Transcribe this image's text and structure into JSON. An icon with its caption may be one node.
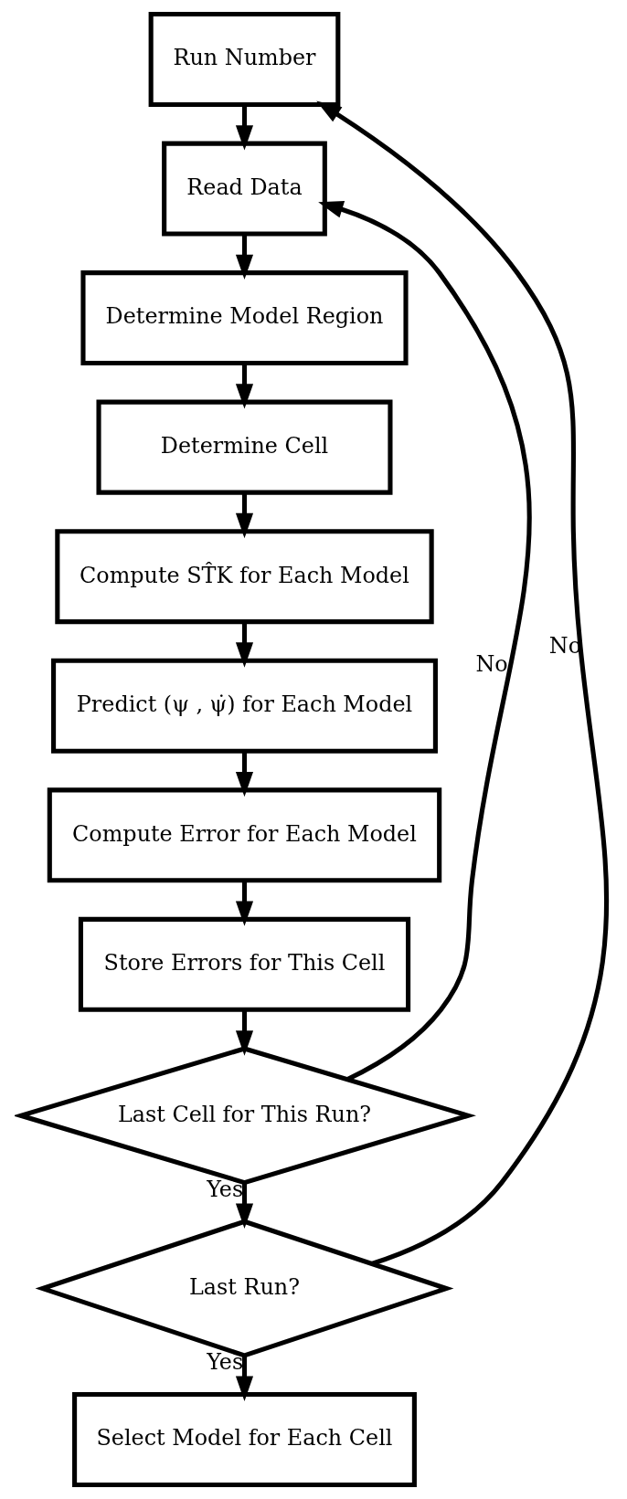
{
  "diagram": {
    "nodes": [
      {
        "text": [
          "Run Number"
        ]
      },
      {
        "text": [
          "Read Data"
        ]
      },
      {
        "text": [
          "Determine Model Region"
        ]
      },
      {
        "text": [
          "Determine Cell"
        ]
      },
      {
        "text": [
          "Compute ST̂K for Each Model"
        ]
      },
      {
        "text": [
          "Predict (ψ , ψ̇) for Each Model"
        ]
      },
      {
        "text": [
          "Compute Error for Each Model"
        ]
      },
      {
        "text": [
          "Store Errors for This Cell"
        ]
      },
      {
        "text": [
          "Last Cell for This Run?"
        ]
      },
      {
        "text": [
          "Last Run?"
        ]
      },
      {
        "text": [
          "Select Model for Each Cell"
        ]
      }
    ],
    "edges": [
      {
        "from": 0,
        "to": 1,
        "arrow": "to"
      },
      {
        "from": 1,
        "to": 2,
        "arrow": "to"
      },
      {
        "from": 2,
        "to": 3,
        "arrow": "to"
      },
      {
        "from": 3,
        "to": 4,
        "arrow": "to"
      },
      {
        "from": 4,
        "to": 5,
        "arrow": "to"
      },
      {
        "from": 5,
        "to": 6,
        "arrow": "to"
      },
      {
        "from": 6,
        "to": 7,
        "arrow": "to"
      },
      {
        "from": 7,
        "to": 8,
        "arrow": "to"
      },
      {
        "from": 8,
        "to": 1,
        "arrow": "to",
        "label": "No"
      },
      {
        "from": 8,
        "to": 9,
        "arrow": "to",
        "label": "Yes"
      },
      {
        "from": 9,
        "to": 0,
        "arrow": "to",
        "label": "No"
      },
      {
        "from": 9,
        "to": 10,
        "arrow": "to",
        "label": "Yes"
      }
    ]
  }
}
